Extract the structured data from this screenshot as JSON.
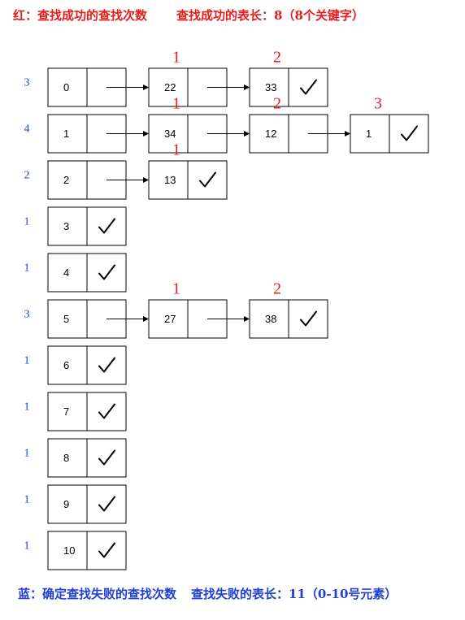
{
  "captions": {
    "top_left": "红：查找成功的查找次数",
    "top_right": "查找成功的表长：8（8个关键字）",
    "bottom_left": "蓝：确定查找失败的查找次数",
    "bottom_right": "查找失败的表长：11（0-10号元素）"
  },
  "colors": {
    "success_count": "#e81c1c",
    "failure_count": "#1f3fd6"
  },
  "icons": {
    "end_marker": "check-icon"
  },
  "rows": [
    {
      "slot": "0",
      "fail_count": "3",
      "chain": [
        {
          "key": "22",
          "count": "1"
        },
        {
          "key": "33",
          "count": "2"
        }
      ]
    },
    {
      "slot": "1",
      "fail_count": "4",
      "chain": [
        {
          "key": "34",
          "count": "1"
        },
        {
          "key": "12",
          "count": "2"
        },
        {
          "key": "1",
          "count": "3"
        }
      ]
    },
    {
      "slot": "2",
      "fail_count": "2",
      "chain": [
        {
          "key": "13",
          "count": "1"
        }
      ]
    },
    {
      "slot": "3",
      "fail_count": "1",
      "chain": []
    },
    {
      "slot": "4",
      "fail_count": "1",
      "chain": []
    },
    {
      "slot": "5",
      "fail_count": "3",
      "chain": [
        {
          "key": "27",
          "count": "1"
        },
        {
          "key": "38",
          "count": "2"
        }
      ]
    },
    {
      "slot": "6",
      "fail_count": "1",
      "chain": []
    },
    {
      "slot": "7",
      "fail_count": "1",
      "chain": []
    },
    {
      "slot": "8",
      "fail_count": "1",
      "chain": []
    },
    {
      "slot": "9",
      "fail_count": "1",
      "chain": []
    },
    {
      "slot": "10",
      "fail_count": "1",
      "chain": []
    }
  ]
}
